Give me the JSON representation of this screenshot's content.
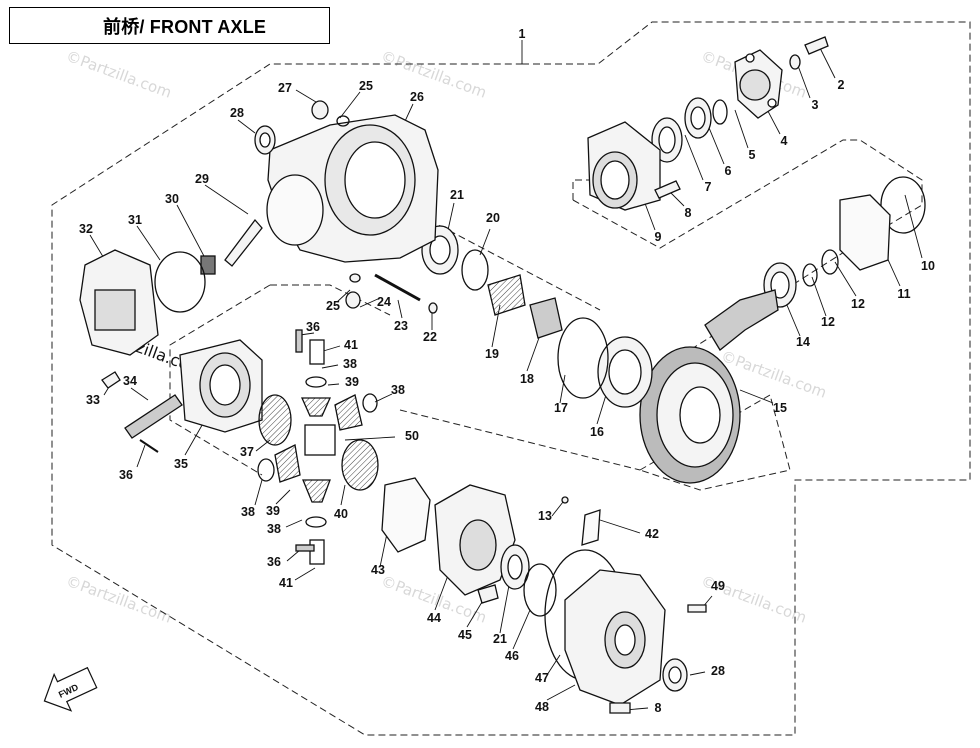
{
  "title": "前桥/ FRONT AXLE",
  "watermark": "©Partzilla.com",
  "fwd_label": "FWD",
  "callouts": [
    {
      "id": "c1",
      "label": "1"
    },
    {
      "id": "c2",
      "label": "2"
    },
    {
      "id": "c3",
      "label": "3"
    },
    {
      "id": "c4",
      "label": "4"
    },
    {
      "id": "c5",
      "label": "5"
    },
    {
      "id": "c6",
      "label": "6"
    },
    {
      "id": "c7",
      "label": "7"
    },
    {
      "id": "c8a",
      "label": "8"
    },
    {
      "id": "c9",
      "label": "9"
    },
    {
      "id": "c10",
      "label": "10"
    },
    {
      "id": "c11",
      "label": "11"
    },
    {
      "id": "c12a",
      "label": "12"
    },
    {
      "id": "c12b",
      "label": "12"
    },
    {
      "id": "c14",
      "label": "14"
    },
    {
      "id": "c15",
      "label": "15"
    },
    {
      "id": "c16",
      "label": "16"
    },
    {
      "id": "c17",
      "label": "17"
    },
    {
      "id": "c18",
      "label": "18"
    },
    {
      "id": "c19",
      "label": "19"
    },
    {
      "id": "c20",
      "label": "20"
    },
    {
      "id": "c21a",
      "label": "21"
    },
    {
      "id": "c22",
      "label": "22"
    },
    {
      "id": "c23",
      "label": "23"
    },
    {
      "id": "c24",
      "label": "24"
    },
    {
      "id": "c25a",
      "label": "25"
    },
    {
      "id": "c25b",
      "label": "25"
    },
    {
      "id": "c26",
      "label": "26"
    },
    {
      "id": "c27",
      "label": "27"
    },
    {
      "id": "c28a",
      "label": "28"
    },
    {
      "id": "c29",
      "label": "29"
    },
    {
      "id": "c30",
      "label": "30"
    },
    {
      "id": "c31",
      "label": "31"
    },
    {
      "id": "c32",
      "label": "32"
    },
    {
      "id": "c33",
      "label": "33"
    },
    {
      "id": "c34",
      "label": "34"
    },
    {
      "id": "c35",
      "label": "35"
    },
    {
      "id": "c36a",
      "label": "36"
    },
    {
      "id": "c36b",
      "label": "36"
    },
    {
      "id": "c36c",
      "label": "36"
    },
    {
      "id": "c37",
      "label": "37"
    },
    {
      "id": "c38a",
      "label": "38"
    },
    {
      "id": "c38b",
      "label": "38"
    },
    {
      "id": "c38c",
      "label": "38"
    },
    {
      "id": "c38d",
      "label": "38"
    },
    {
      "id": "c39a",
      "label": "39"
    },
    {
      "id": "c39b",
      "label": "39"
    },
    {
      "id": "c40",
      "label": "40"
    },
    {
      "id": "c41a",
      "label": "41"
    },
    {
      "id": "c41b",
      "label": "41"
    },
    {
      "id": "c42",
      "label": "42"
    },
    {
      "id": "c43",
      "label": "43"
    },
    {
      "id": "c44",
      "label": "44"
    },
    {
      "id": "c45",
      "label": "45"
    },
    {
      "id": "c46",
      "label": "46"
    },
    {
      "id": "c47",
      "label": "47"
    },
    {
      "id": "c48",
      "label": "48"
    },
    {
      "id": "c49",
      "label": "49"
    },
    {
      "id": "c50",
      "label": "50"
    },
    {
      "id": "c13",
      "label": "13"
    },
    {
      "id": "c21b",
      "label": "21"
    },
    {
      "id": "c28b",
      "label": "28"
    },
    {
      "id": "c8b",
      "label": "8"
    }
  ]
}
